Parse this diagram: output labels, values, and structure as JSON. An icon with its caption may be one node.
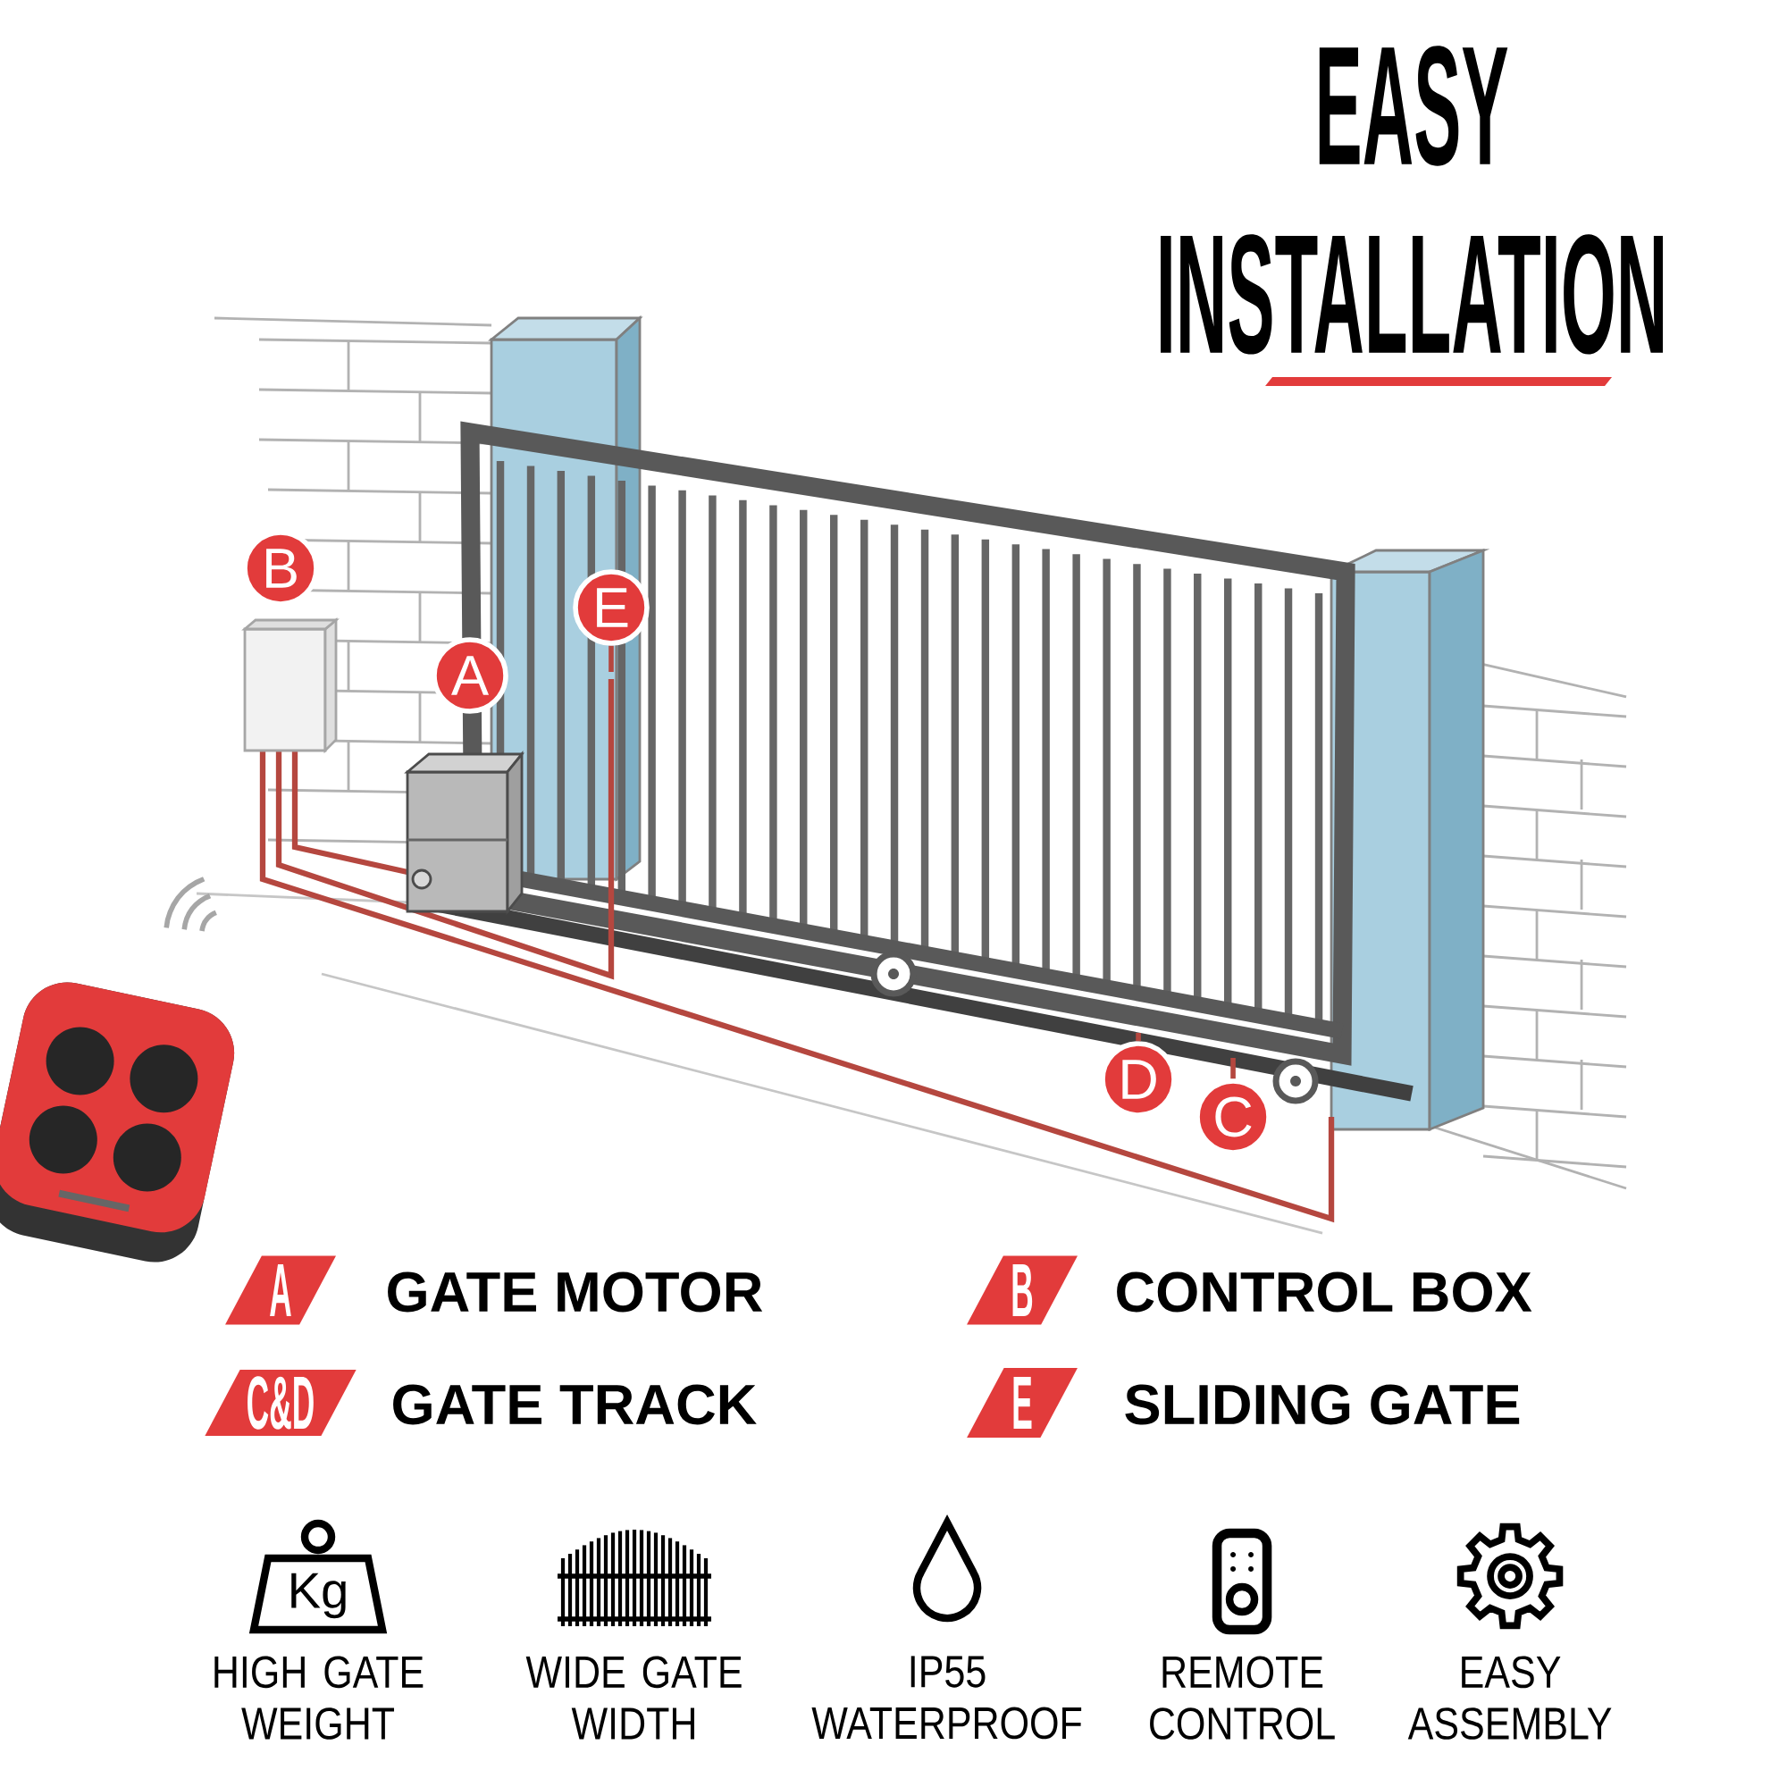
{
  "diagram": {
    "title": "EASY INSTALLATION",
    "nodes": [
      {
        "text": [
          "B"
        ]
      },
      {
        "text": [
          "E"
        ]
      },
      {
        "text": [
          "A"
        ]
      },
      {
        "text": [
          "D"
        ]
      },
      {
        "text": [
          "C"
        ]
      },
      {
        "text": [
          "A"
        ],
        "beside": [
          "GATE MOTOR"
        ]
      },
      {
        "text": [
          "B"
        ],
        "beside": [
          "CONTROL BOX"
        ]
      },
      {
        "text": [
          "C&D"
        ],
        "beside": [
          "GATE TRACK"
        ]
      },
      {
        "text": [
          "E"
        ],
        "beside": [
          "SLIDING GATE"
        ]
      }
    ],
    "edges": [
      {
        "from": 1,
        "to": null,
        "arrow": "none"
      },
      {
        "from": 3,
        "to": null,
        "arrow": "none"
      },
      {
        "from": 4,
        "to": null,
        "arrow": "none"
      }
    ],
    "labels": [
      "Kg",
      "HIGH GATE WEIGHT",
      "WIDE GATE WIDTH",
      "IP55 WATERPROOF",
      "REMOTE CONTROL",
      "EASY ASSEMBLY"
    ]
  }
}
